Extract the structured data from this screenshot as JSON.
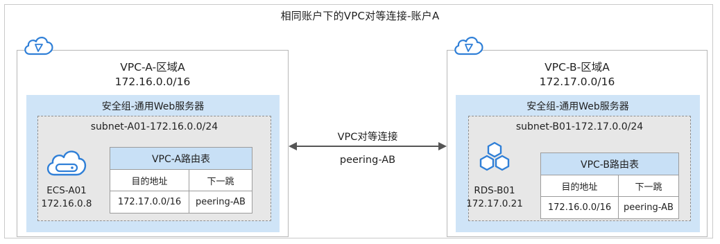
{
  "title": "相同账户下的VPC对等连接-账户A",
  "vpc_a": {
    "name": "VPC-A-区域A",
    "cidr": "172.16.0.0/16",
    "security_group": "安全组-通用Web服务器",
    "subnet": "subnet-A01-172.16.0.0/24",
    "resource": {
      "name": "ECS-A01",
      "ip": "172.16.0.8",
      "icon": "ecs-server-icon"
    },
    "route_table": {
      "title": "VPC-A路由表",
      "headers": [
        "目的地址",
        "下一跳"
      ],
      "rows": [
        [
          "172.17.0.0/16",
          "peering-AB"
        ]
      ]
    }
  },
  "vpc_b": {
    "name": "VPC-B-区域A",
    "cidr": "172.17.0.0/16",
    "security_group": "安全组-通用Web服务器",
    "subnet": "subnet-B01-172.17.0.0/24",
    "resource": {
      "name": "RDS-B01",
      "ip": "172.17.0.21",
      "icon": "rds-database-icon"
    },
    "route_table": {
      "title": "VPC-B路由表",
      "headers": [
        "目的地址",
        "下一跳"
      ],
      "rows": [
        [
          "172.16.0.0/16",
          "peering-AB"
        ]
      ]
    }
  },
  "peering": {
    "label": "VPC对等连接",
    "name": "peering-AB"
  },
  "colors": {
    "security_group_fill": "#cfe4f7",
    "route_header_fill": "#c8e0f6",
    "subnet_fill": "#e7e7e7",
    "icon_blue": "#2f7fd7"
  }
}
